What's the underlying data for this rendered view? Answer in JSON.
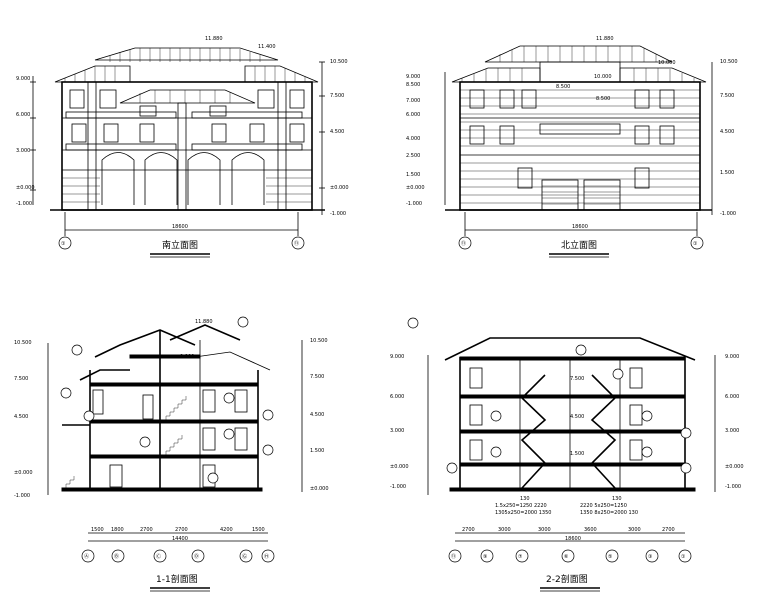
{
  "panels": {
    "south": {
      "title": "南立面图",
      "elevations": [
        "10.500",
        "7.500",
        "4.500",
        "±0.000",
        "-1.000"
      ],
      "left_elevations": [
        "9.000",
        "6.000",
        "3.000",
        "±0.000",
        "-1.000"
      ],
      "top_marks": [
        "11.880",
        "11.400"
      ],
      "width_dim": "18600",
      "axes": [
        "①",
        "⑪"
      ]
    },
    "north": {
      "title": "北立面图",
      "elevations": [
        "10.500",
        "7.500",
        "4.500",
        "1.500",
        "-1.000"
      ],
      "left_elevations": [
        "9.000",
        "8.500",
        "7.000",
        "6.000",
        "4.000",
        "2.500",
        "1.500",
        "±0.000",
        "-1.000"
      ],
      "top_marks": [
        "11.880",
        "10.000",
        "10.000",
        "8.500",
        "8.500"
      ],
      "width_dim": "18600",
      "axes": [
        "⑪",
        "①"
      ]
    },
    "section11": {
      "title": "1-1剖面图",
      "elevations": [
        "10.500",
        "7.500",
        "4.500",
        "1.500",
        "±0.000"
      ],
      "left_elevations": [
        "10.500",
        "7.500",
        "4.500",
        "±0.000",
        "-1.000"
      ],
      "top_marks": [
        "11.880",
        "9.000"
      ],
      "bottom_dims": [
        "1500",
        "1800",
        "2700",
        "2700",
        "4200",
        "1500"
      ],
      "total_dim": "14400",
      "axes": [
        "Ⓐ",
        "Ⓑ",
        "Ⓒ",
        "Ⓓ",
        "Ⓖ",
        "Ⓗ"
      ]
    },
    "section22": {
      "title": "2-2剖面图",
      "elevations": [
        "9.000",
        "6.000",
        "3.000",
        "±0.000",
        "-1.000"
      ],
      "left_elevations": [
        "9.000",
        "6.000",
        "3.000",
        "±0.000",
        "-1.000"
      ],
      "inner_marks": [
        "7.500",
        "4.500",
        "1.500"
      ],
      "stair_notes": [
        "130",
        "130",
        "1.5x250=1250 2220",
        "2220 5x250=1250",
        "1305x250=2000 1350",
        "1350 8x250=2000 130"
      ],
      "bottom_dims": [
        "2700",
        "3000",
        "3000",
        "3600",
        "3000",
        "2700"
      ],
      "total_dim": "18600",
      "axes": [
        "⑪",
        "⑨",
        "⑦",
        "⑥",
        "⑤",
        "③",
        "①"
      ]
    }
  }
}
